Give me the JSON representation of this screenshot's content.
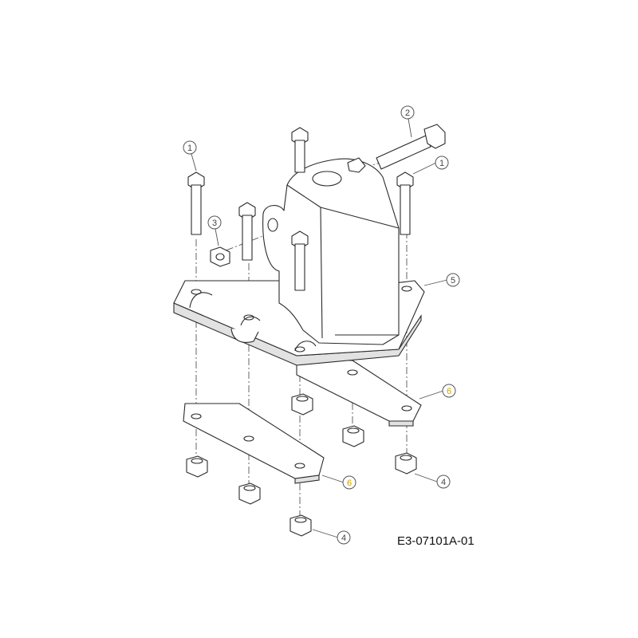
{
  "diagram": {
    "drawing_code": "E3-07101A-01",
    "callouts": [
      {
        "label": "1"
      },
      {
        "label": "2"
      },
      {
        "label": "3"
      },
      {
        "label": "1"
      },
      {
        "label": "5"
      },
      {
        "label": "6"
      },
      {
        "label": "6"
      },
      {
        "label": "4"
      },
      {
        "label": "4"
      }
    ],
    "colors": {
      "line": "#2a2a2a",
      "highlight": "#c8a200"
    }
  }
}
